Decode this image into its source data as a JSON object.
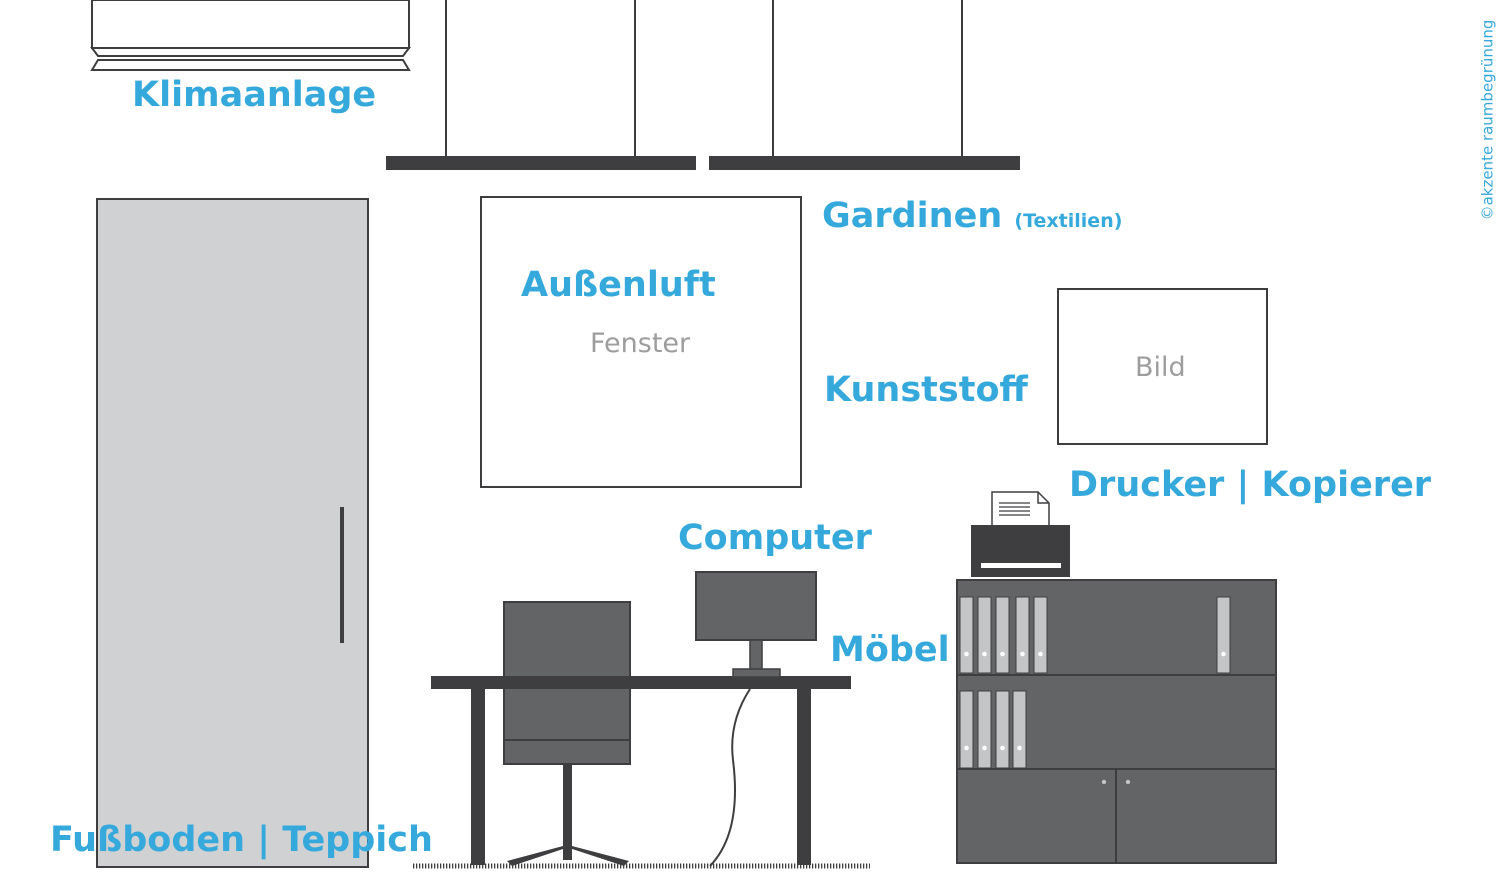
{
  "labels": {
    "air_conditioner": "Klimaanlage",
    "curtains": "Gardinen",
    "curtains_note": "(Textilien)",
    "outside_air": "Außenluft",
    "window": "Fenster",
    "plastic": "Kunststoff",
    "picture": "Bild",
    "printer_copier": "Drucker | Kopierer",
    "computer": "Computer",
    "furniture": "Möbel",
    "floor_carpet": "Fußboden | Teppich"
  },
  "credit": "©akzente raumbegrünung",
  "colors": {
    "label": "#36a9dc",
    "dark": "#3e3e40",
    "furniture": "#636466",
    "door": "#d0d1d3",
    "binder": "#c4c5c7",
    "caption": "#9d9d9d"
  }
}
